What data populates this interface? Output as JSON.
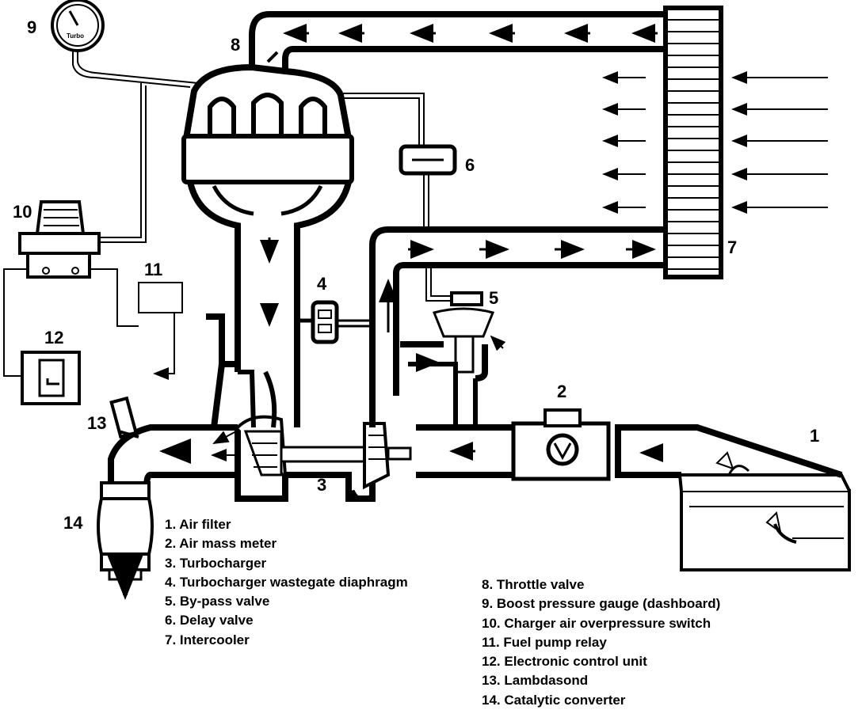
{
  "callouts": {
    "n1": "1",
    "n2": "2",
    "n3": "3",
    "n4": "4",
    "n5": "5",
    "n6": "6",
    "n7": "7",
    "n8": "8",
    "n9": "9",
    "n10": "10",
    "n11": "11",
    "n12": "12",
    "n13": "13",
    "n14": "14"
  },
  "gauge_label": "Turbo",
  "legend_left": [
    "1. Air filter",
    "2. Air mass meter",
    "3. Turbocharger",
    "4. Turbocharger wastegate diaphragm",
    "5. By-pass valve",
    "6. Delay valve",
    "7. Intercooler"
  ],
  "legend_right": [
    "8. Throttle valve",
    "9. Boost pressure gauge (dashboard)",
    "10. Charger air overpressure switch",
    "11. Fuel pump relay",
    "12. Electronic control unit",
    "13. Lambdasond",
    "14. Catalytic converter"
  ]
}
